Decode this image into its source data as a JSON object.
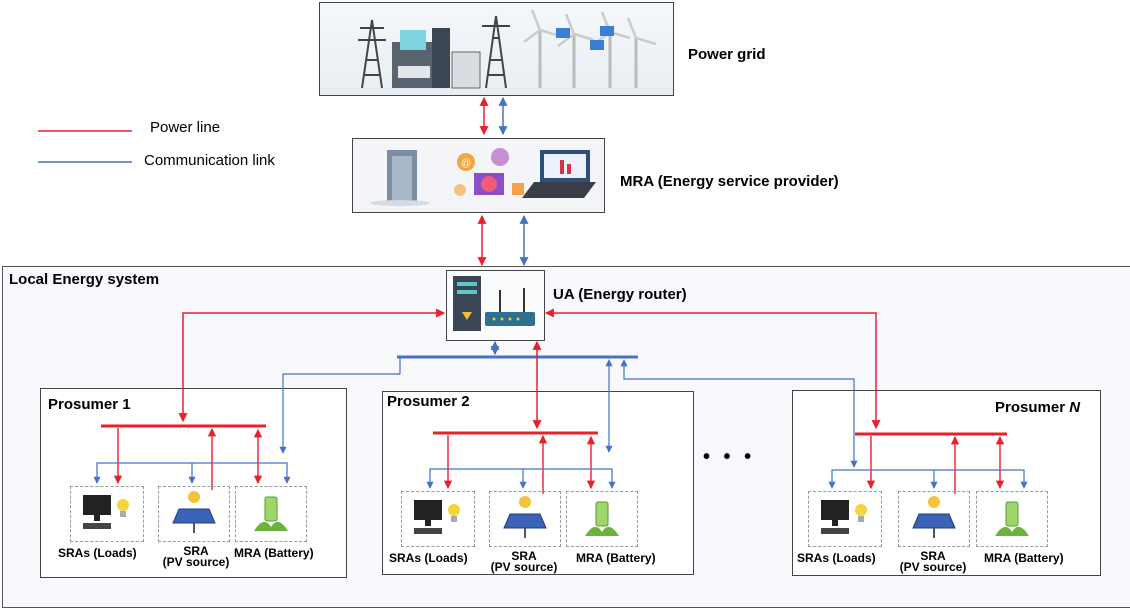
{
  "legend": {
    "power_line": "Power line",
    "communication_link": "Communication link",
    "power_color": "#e8212b",
    "comm_color": "#4472c4"
  },
  "nodes": {
    "power_grid": "Power grid",
    "mra_provider": "MRA (Energy service provider)",
    "ua_router": "UA (Energy router)",
    "local_system": "Local Energy system"
  },
  "prosumers": [
    {
      "title_prefix": "Prosumer",
      "title_suffix": "1",
      "loads": "SRAs (Loads)",
      "pv_line1": "SRA",
      "pv_line2": "(PV source)",
      "battery": "MRA (Battery)"
    },
    {
      "title_prefix": "Prosumer",
      "title_suffix": "2",
      "loads": "SRAs (Loads)",
      "pv_line1": "SRA",
      "pv_line2": "(PV source)",
      "battery": "MRA (Battery)"
    },
    {
      "title_prefix": "Prosumer",
      "title_suffix": "N",
      "loads": "SRAs (Loads)",
      "pv_line1": "SRA",
      "pv_line2": "(PV source)",
      "battery": "MRA (Battery)"
    }
  ],
  "ellipsis": "•   •   •"
}
